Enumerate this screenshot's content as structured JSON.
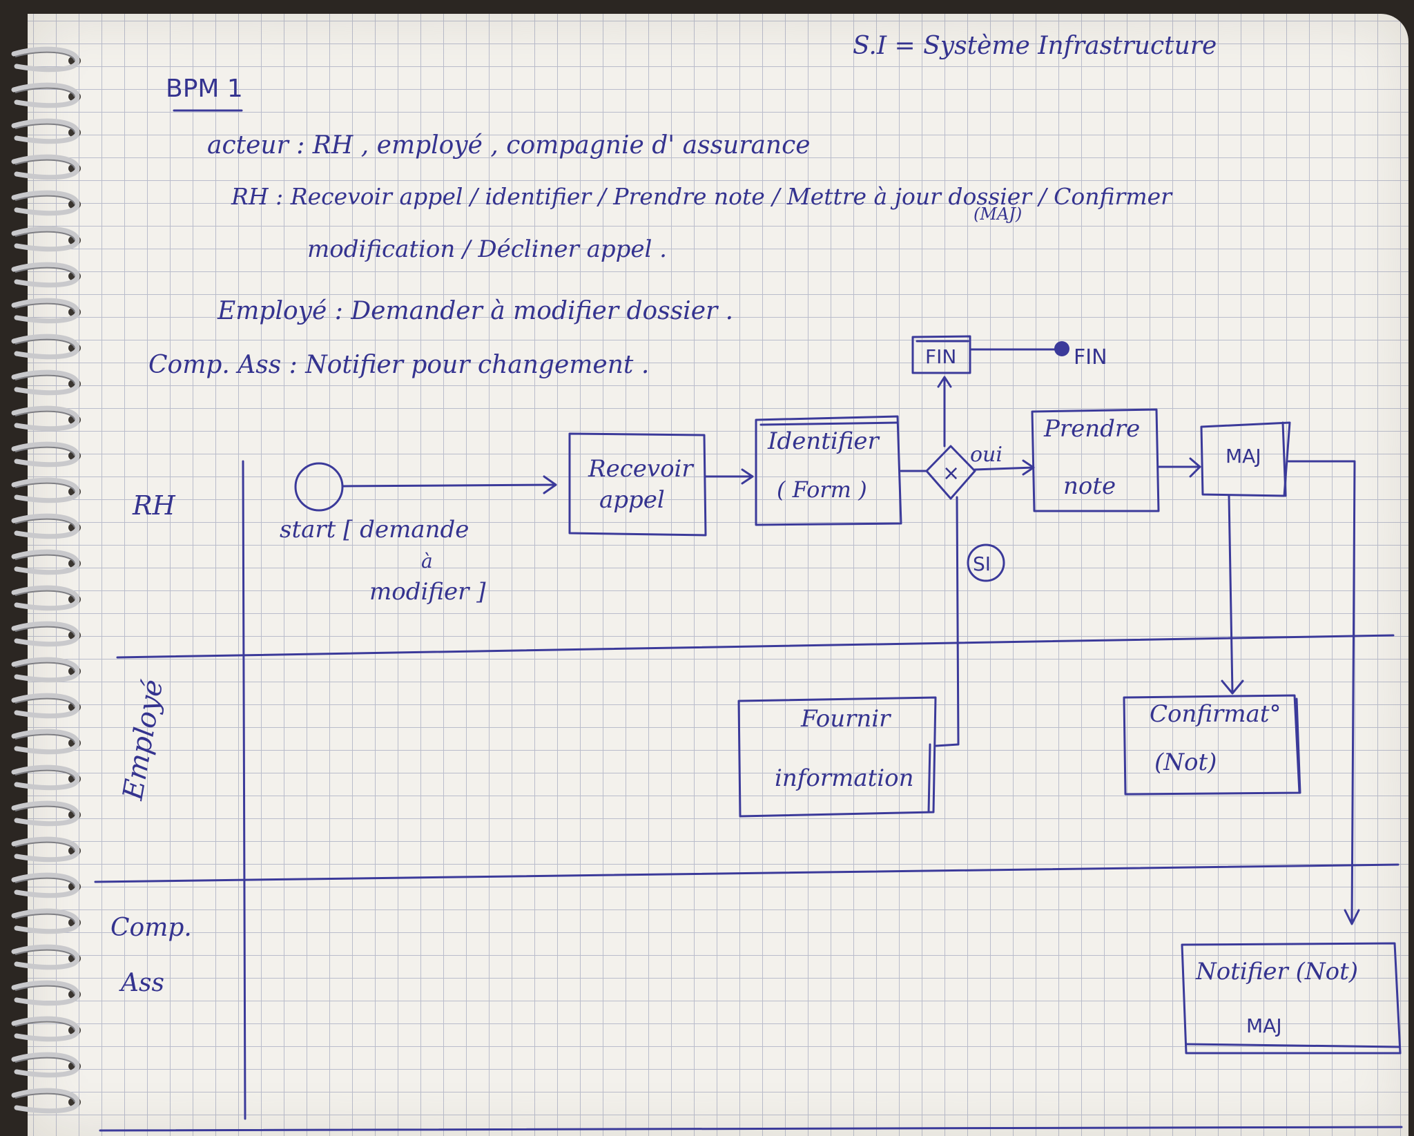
{
  "header": {
    "si_legend": "S.I = Système Infrastructure",
    "title": "BPM 1"
  },
  "notes": {
    "actors_line": "acteur  :  RH ,  employé ,  compagnie d' assurance",
    "rh_line1": "RH :  Recevoir appel / identifier / Prendre note / Mettre à jour dossier / Confirmer",
    "rh_maj_note": "(MAJ)",
    "rh_line2": "modification / Décliner appel .",
    "employe_line": "Employé :  Demander à modifier dossier .",
    "comp_line": "Comp. Ass  :   Notifier pour changement ."
  },
  "lanes": {
    "rh": "RH",
    "employe": "Employé",
    "comp_line1": "Comp.",
    "comp_line2": "Ass"
  },
  "nodes": {
    "start_label1": "start [ demande",
    "start_label2": "à",
    "start_label3": "modifier ]",
    "recevoir1": "Recevoir",
    "recevoir2": "appel",
    "identifier1": "Identifier",
    "identifier2": "( Form )",
    "gateway_symbol": "×",
    "gateway_yes": "oui",
    "si_badge": "SI",
    "fin_box": "FIN",
    "fin_end": "FIN",
    "prendre1": "Prendre",
    "prendre2": "note",
    "maj": "MAJ",
    "fournir1": "Fournir",
    "fournir2": "information",
    "confirmat1": "Confirmat°",
    "confirmat2": "(Not)",
    "notifier1": "Notifier (Not)",
    "notifier2": "MAJ"
  },
  "colors": {
    "ink": "#3b3a9a",
    "paper": "#f3f1ec",
    "grid": "#b9bccb"
  }
}
